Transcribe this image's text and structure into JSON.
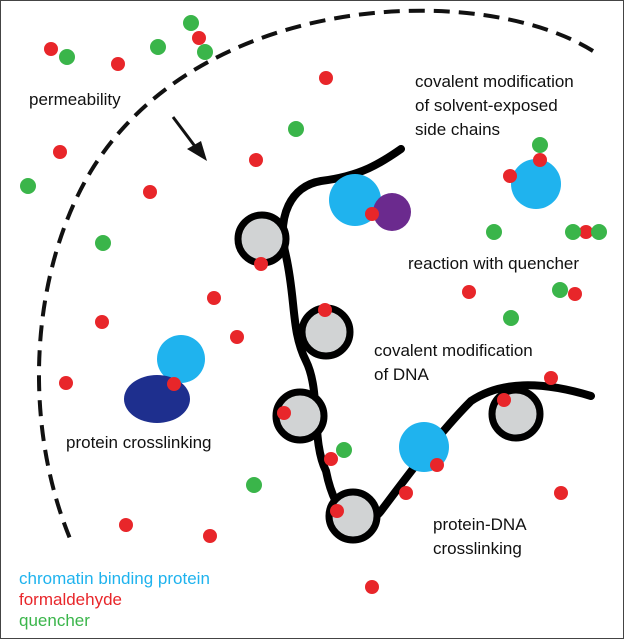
{
  "labels": {
    "permeability": "permeability",
    "side_chain_line1": "covalent modification",
    "side_chain_line2": "of solvent-exposed",
    "side_chain_line3": "side chains",
    "quencher_reaction": "reaction with quencher",
    "dna_mod_line1": "covalent modification",
    "dna_mod_line2": "of DNA",
    "protein_crosslinking": "protein crosslinking",
    "protein_dna_line1": "protein-DNA",
    "protein_dna_line2": "crosslinking"
  },
  "legend": [
    {
      "label": "chromatin binding protein",
      "color": "#1fb3ee"
    },
    {
      "label": "formaldehyde",
      "color": "#e8262a"
    },
    {
      "label": "quencher",
      "color": "#3ab54a"
    }
  ],
  "colors": {
    "protein_light": "#1fb3ee",
    "protein_dark": "#1e2f8e",
    "protein_purple": "#6b2a8e",
    "formaldehyde": "#e8262a",
    "quencher": "#3ab54a",
    "nucleosome_fill": "#d1d3d4",
    "dna": "#000000"
  }
}
